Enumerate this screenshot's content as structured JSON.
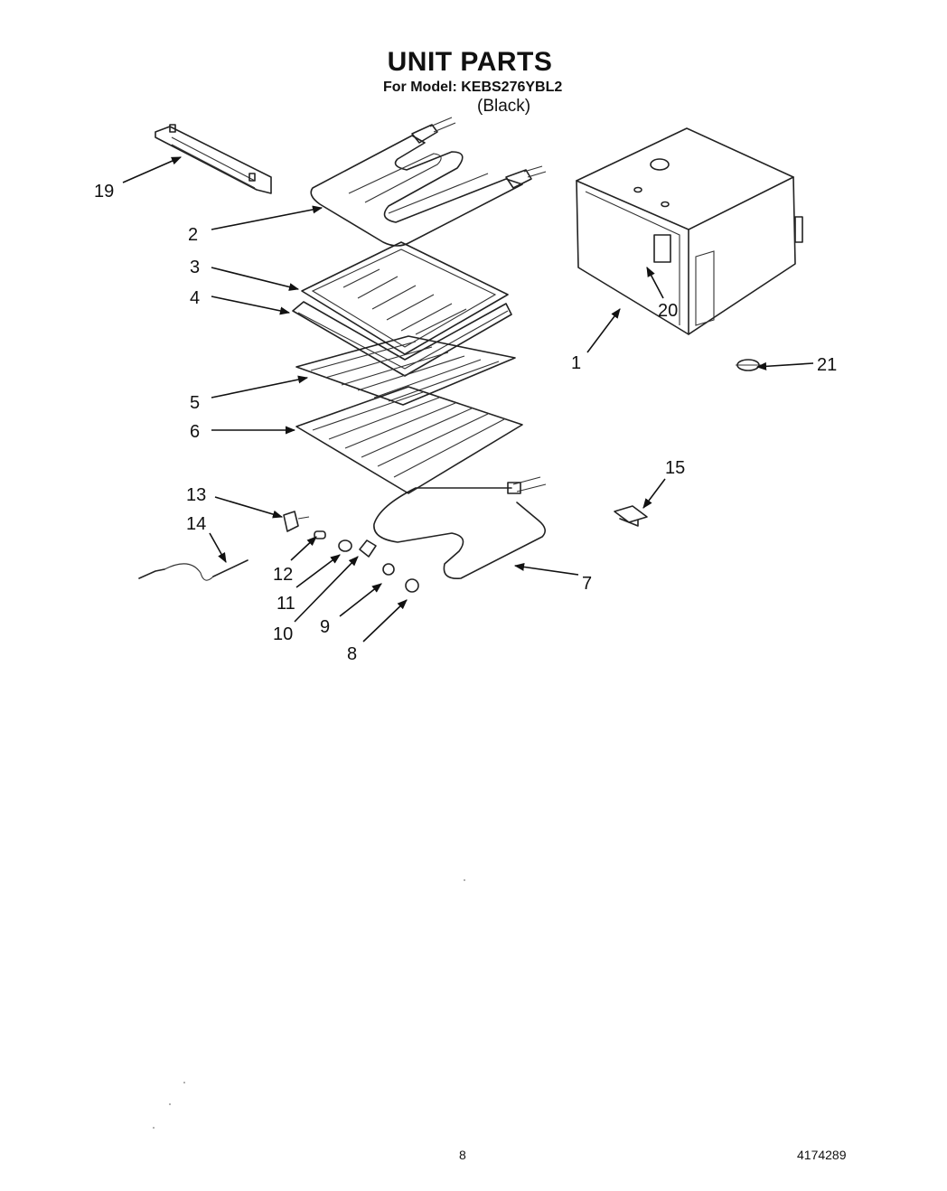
{
  "header": {
    "title": "UNIT PARTS",
    "model_line": "For Model: KEBS276YBL2",
    "variant": "(Black)"
  },
  "callouts": {
    "p1": "1",
    "p2": "2",
    "p3": "3",
    "p4": "4",
    "p5": "5",
    "p6": "6",
    "p7": "7",
    "p8": "8",
    "p9": "9",
    "p10": "10",
    "p11": "11",
    "p12": "12",
    "p13": "13",
    "p14": "14",
    "p15": "15",
    "p19": "19",
    "p20": "20",
    "p21": "21"
  },
  "footer": {
    "page_number": "8",
    "document_number": "4174289"
  }
}
